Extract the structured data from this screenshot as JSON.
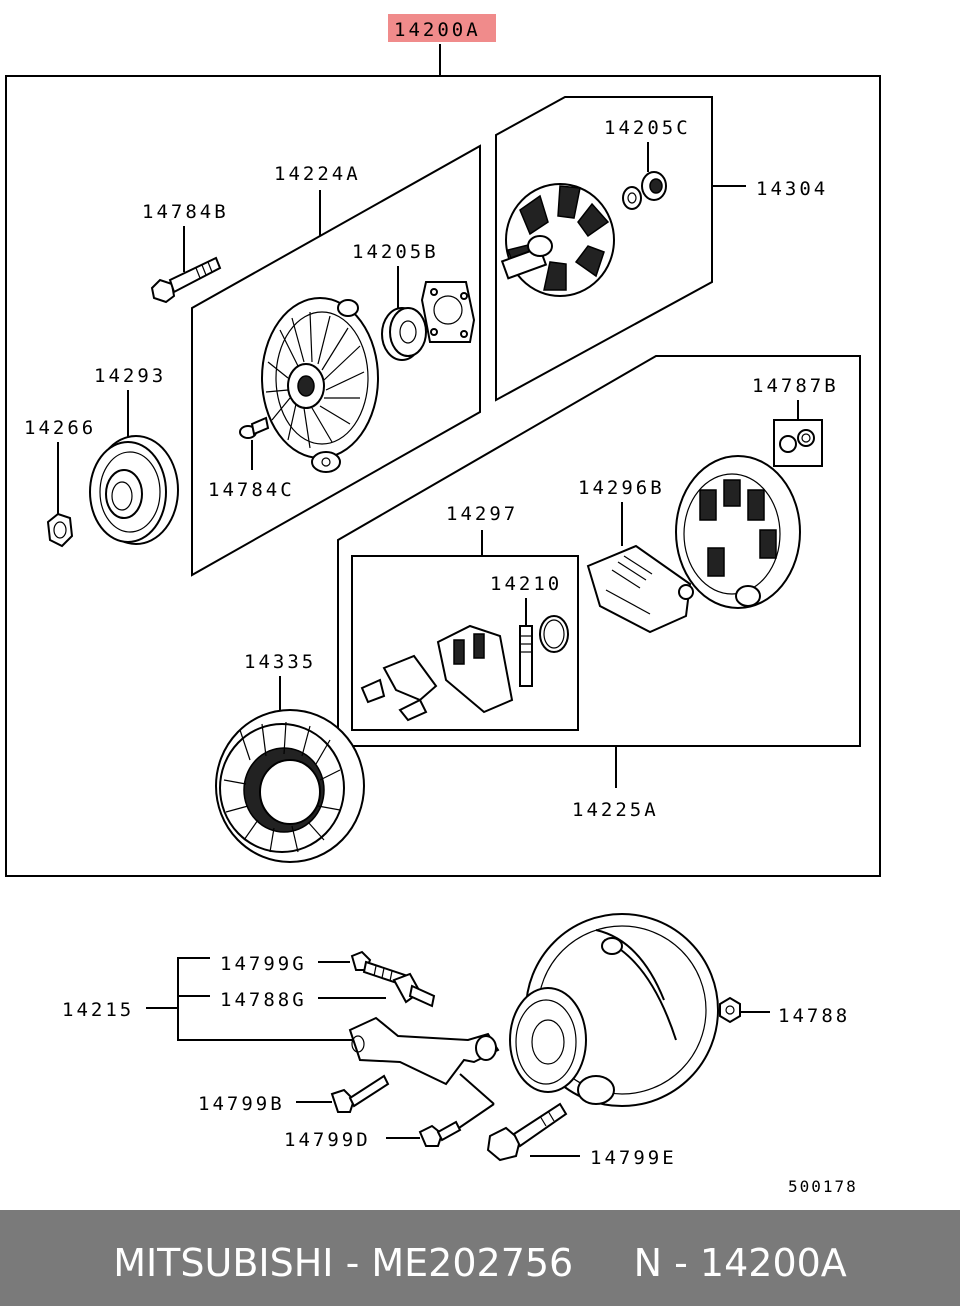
{
  "diagram": {
    "main_assembly_label": "14200A",
    "main_assembly_highlight_color": "#f08b8b",
    "drawing_number": "500178",
    "labels": {
      "rear_bracket": "14224A",
      "bolt_b": "14784B",
      "bearing_b": "14205B",
      "pulley": "14293",
      "nut_pulley": "14266",
      "screw_c": "14784C",
      "bearing_c": "14205C",
      "rotor": "14304",
      "nut_kit": "14787B",
      "rectifier": "14296B",
      "regulator": "14297",
      "brush": "14210",
      "stator": "14335",
      "front_bracket": "14225A",
      "bracket_kit": "14215",
      "bolt_g": "14799G",
      "adjuster_g": "14788G",
      "nut": "14788",
      "bolt_b2": "14799B",
      "bolt_d": "14799D",
      "bolt_e": "14799E"
    }
  },
  "footer": {
    "text": "MITSUBISHI - ME202756     N - 14200A",
    "background": "#7a7a7a",
    "color": "#ffffff"
  }
}
